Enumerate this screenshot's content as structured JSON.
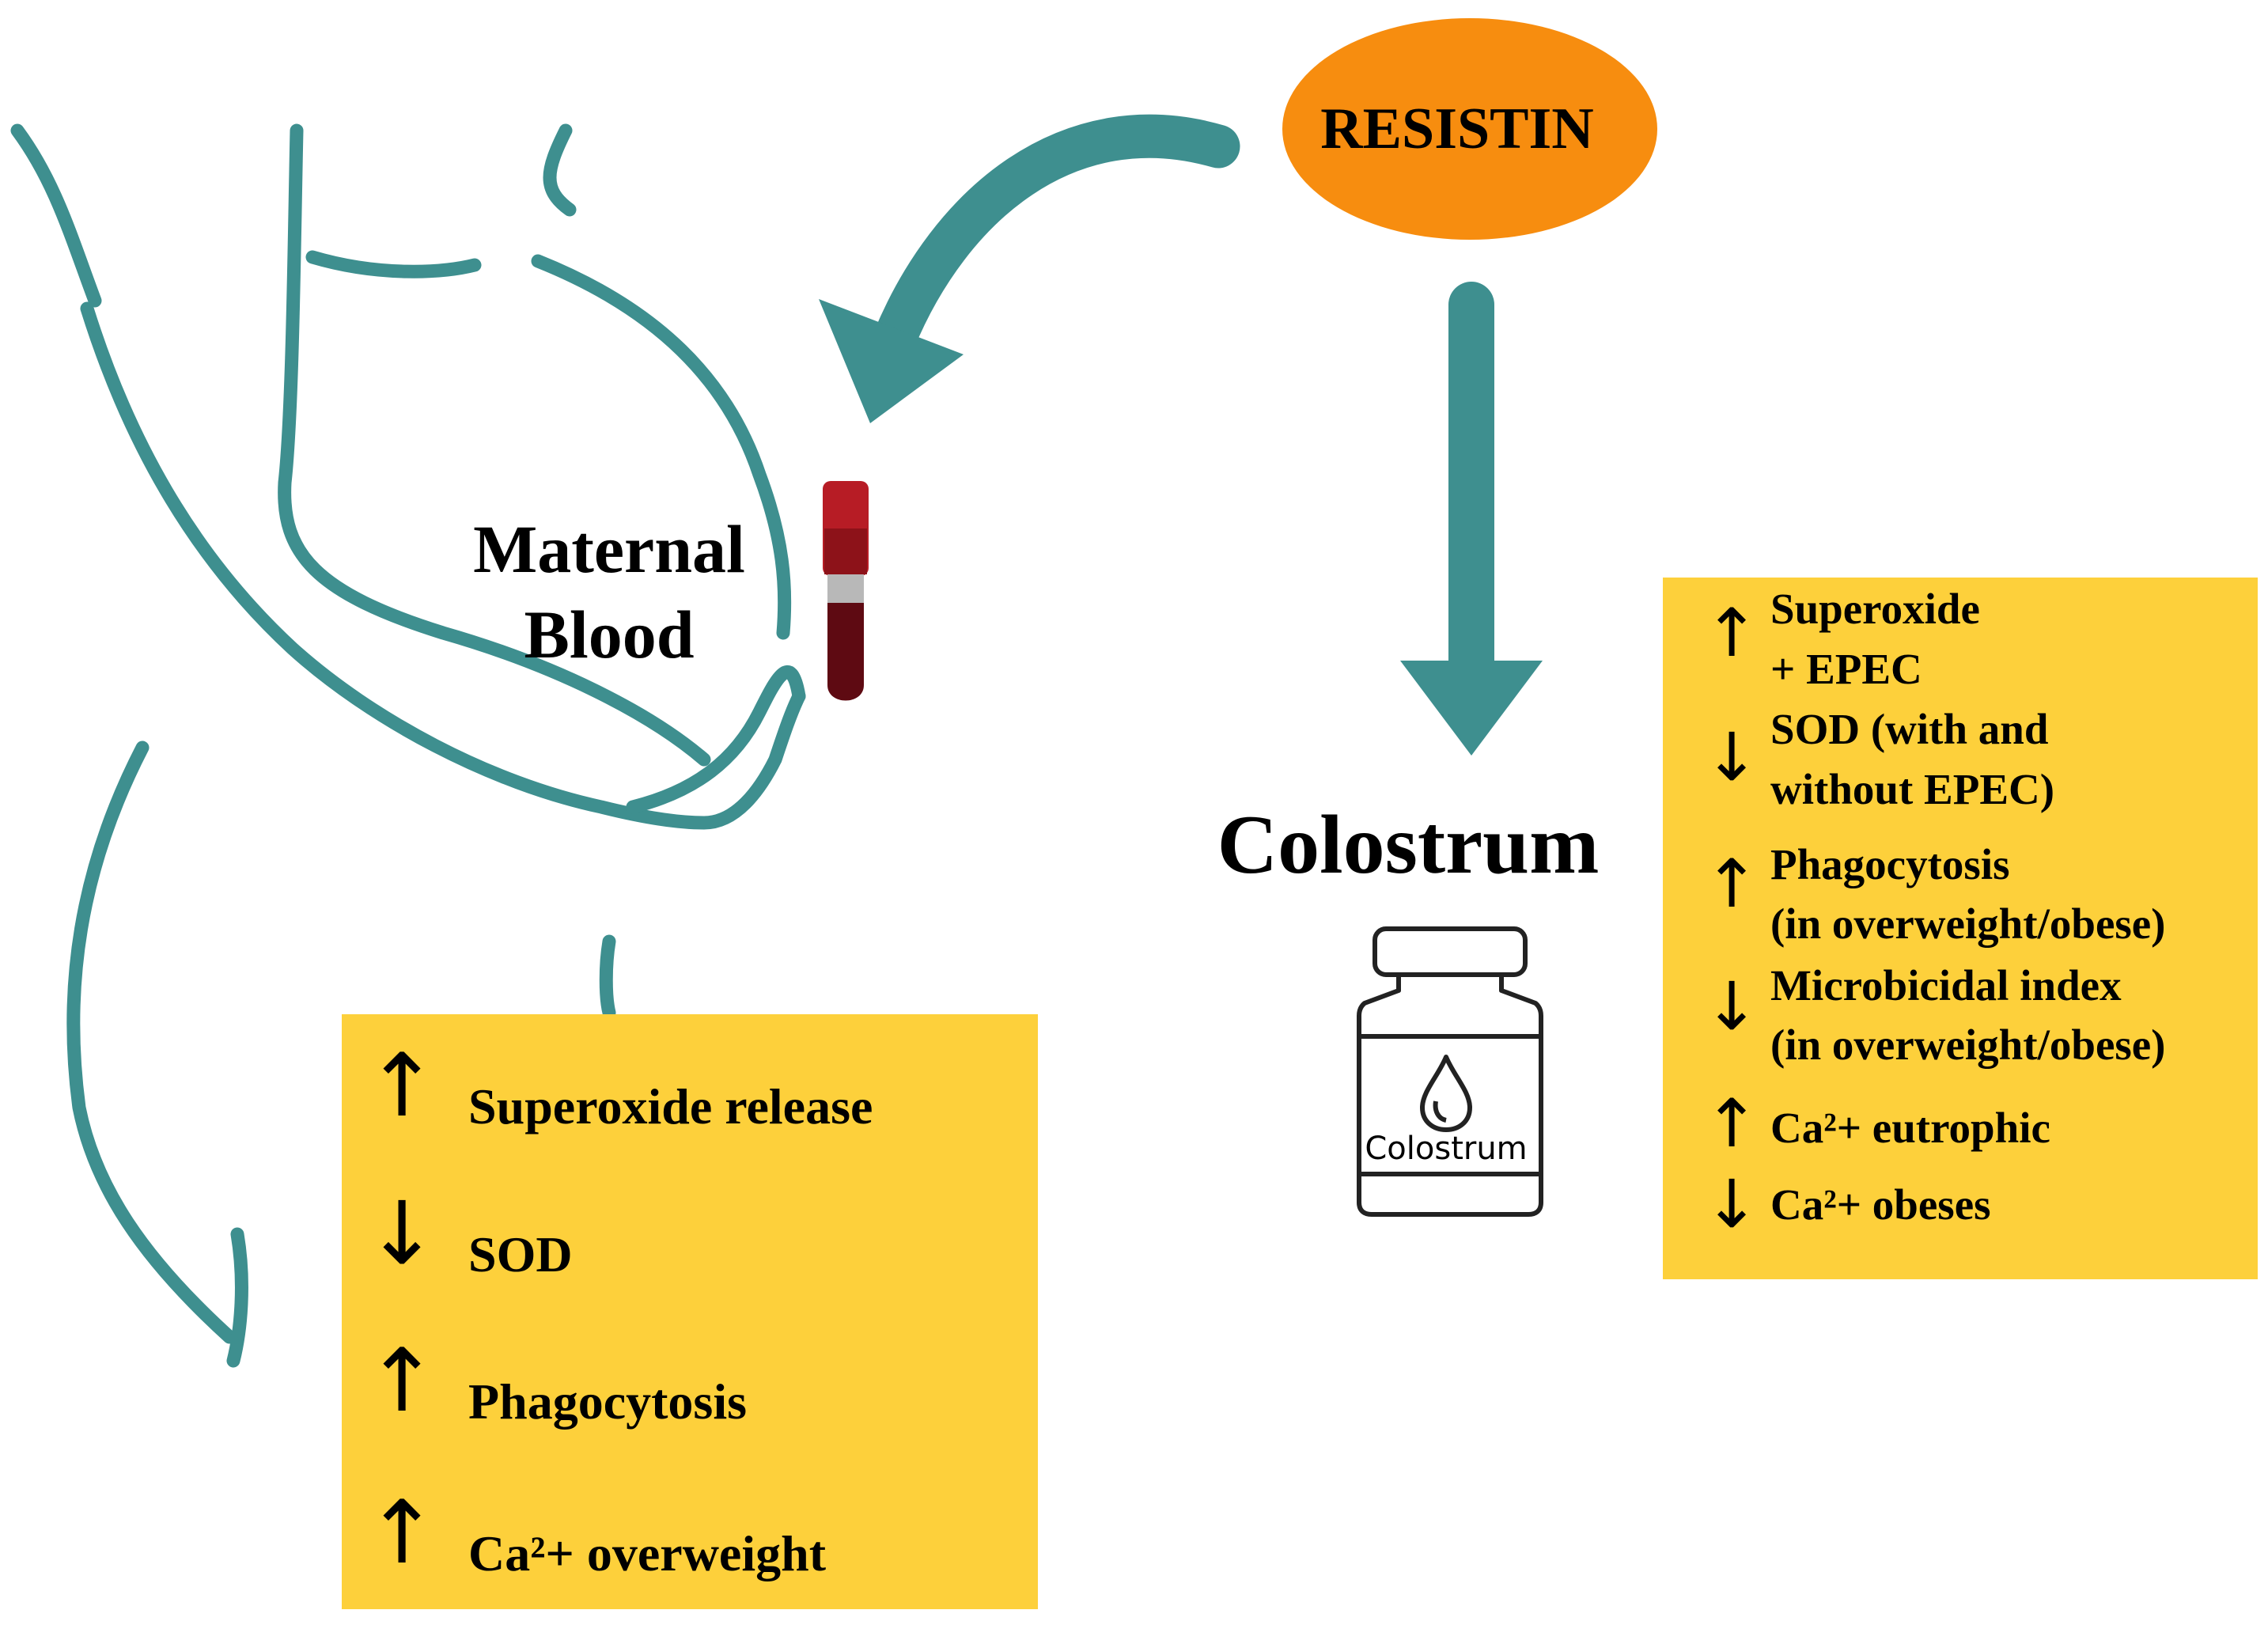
{
  "resistin": {
    "label": "RESISTIN",
    "color": "#f78d0f"
  },
  "maternal_blood": {
    "label": "Maternal Blood"
  },
  "colostrum": {
    "label": "Colostrum",
    "bottle_label": "Colostrum"
  },
  "colors": {
    "outline": "#3e8f8f",
    "box": "#fdd03b",
    "tube_cap": "#b71c25",
    "tube_blood": "#5e0a12",
    "tube_band": "#b8b8b8"
  },
  "blood_effects": [
    {
      "direction": "up",
      "arrow": "↑",
      "text": "Superoxide  release"
    },
    {
      "direction": "down",
      "arrow": "↓",
      "text": "SOD"
    },
    {
      "direction": "up",
      "arrow": "↑",
      "text": "Phagocytosis"
    },
    {
      "direction": "up",
      "arrow": "↑",
      "text": "Ca²+ overweight"
    }
  ],
  "colostrum_effects": [
    {
      "direction": "up",
      "arrow": "↑",
      "lines": [
        "Superoxide",
        "+ EPEC"
      ]
    },
    {
      "direction": "down",
      "arrow": "↓",
      "lines": [
        "SOD  (with   and",
        "without EPEC)"
      ]
    },
    {
      "direction": "up",
      "arrow": "↑",
      "lines": [
        "Phagocytosis",
        "(in overweight/obese)"
      ]
    },
    {
      "direction": "down",
      "arrow": "↓",
      "lines": [
        "Microbicidal index",
        "(in overweight/obese)"
      ]
    },
    {
      "direction": "up",
      "arrow": "↑",
      "lines": [
        "Ca²+ eutrophic"
      ]
    },
    {
      "direction": "down",
      "arrow": "↓",
      "lines": [
        "Ca²+ obeses"
      ]
    }
  ]
}
